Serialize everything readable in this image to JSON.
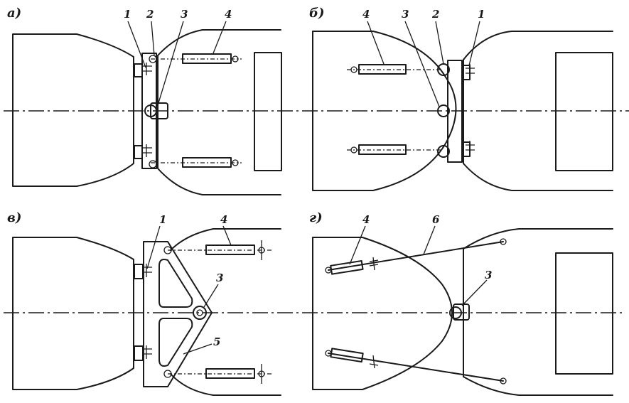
{
  "panels": {
    "a": {
      "label": "a)",
      "callouts": [
        "1",
        "2",
        "3",
        "4"
      ]
    },
    "b": {
      "label": "б)",
      "callouts": [
        "4",
        "3",
        "2",
        "1"
      ]
    },
    "c": {
      "label": "в)",
      "callouts": [
        "1",
        "4",
        "3",
        "5"
      ]
    },
    "d": {
      "label": "г)",
      "callouts": [
        "4",
        "6",
        "3"
      ]
    }
  }
}
